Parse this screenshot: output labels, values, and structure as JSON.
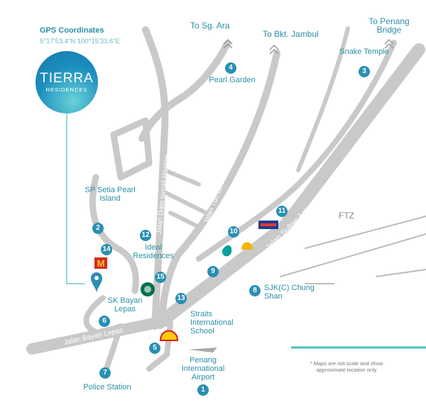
{
  "gps": {
    "title": "GPS Coordinates",
    "value": "5°17'53.4\"N 100°15'33.6\"E"
  },
  "logo": {
    "name": "TIERRA",
    "sub": "RESIDENCES"
  },
  "directions": [
    "To Sg. Ara",
    "To Bkt. Jambul",
    "To Penang Bridge"
  ],
  "roads": [
    "Jalan Dato Ismail Hashim",
    "Jalan Tun Dr. Awang",
    "Jalan Sultan Azlan Shah",
    "Jalan Bayan Lepas"
  ],
  "area_label": "FTZ",
  "places": [
    {
      "n": "1",
      "label": "Penang International Airport"
    },
    {
      "n": "2",
      "label": "SP Setia Pearl Island"
    },
    {
      "n": "3",
      "label": "Snake Temple"
    },
    {
      "n": "4",
      "label": "Pearl Garden"
    },
    {
      "n": "5",
      "label": ""
    },
    {
      "n": "6",
      "label": "SK Bayan Lepas"
    },
    {
      "n": "7",
      "label": "Police Station"
    },
    {
      "n": "8",
      "label": "SJK(C) Chung Shan"
    },
    {
      "n": "9",
      "label": ""
    },
    {
      "n": "10",
      "label": ""
    },
    {
      "n": "11",
      "label": ""
    },
    {
      "n": "12",
      "label": "Ideal Residences"
    },
    {
      "n": "13",
      "label": "Straits International School"
    },
    {
      "n": "14",
      "label": ""
    },
    {
      "n": "15",
      "label": ""
    }
  ],
  "note": "* Maps are not scale and show approximate location only",
  "colors": {
    "accent": "#2a8fb3",
    "road": "#c9c9c9",
    "line": "#4bbfc0"
  }
}
